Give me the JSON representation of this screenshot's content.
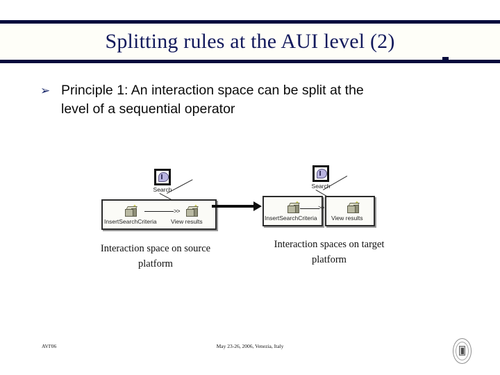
{
  "slide": {
    "title": "Splitting rules at the AUI level (2)",
    "accent_color": "#050a3c",
    "title_color": "#131a5c",
    "background_color": "#ffffff"
  },
  "bullet": {
    "marker": "➢",
    "line1": "Principle 1: An interaction space can be split at the",
    "line2": "level of a sequential operator"
  },
  "diagram": {
    "source": {
      "root_label": "Search",
      "root_icon": "search-bubble-icon",
      "tasks": [
        {
          "label": "InsertSearchCriteria",
          "icon": "task-cube-icon"
        },
        {
          "label": "View results",
          "icon": "task-cube-icon"
        }
      ],
      "operator": ">>",
      "space_count": 1
    },
    "target": {
      "root_label": "Search",
      "root_icon": "search-bubble-icon",
      "tasks": [
        {
          "label": "InsertSearchCriteria",
          "icon": "task-cube-icon"
        },
        {
          "label": "View results",
          "icon": "task-cube-icon"
        }
      ],
      "operator": ">>",
      "space_count": 2
    },
    "transform_arrow": "right-arrow-icon"
  },
  "captions": {
    "source": "Interaction space on source platform",
    "target": "Interaction spaces on target platform"
  },
  "footer": {
    "left": "AVI'06",
    "center": "May 23-26, 2006, Venezia, Italy",
    "logo": "university-seal-logo"
  }
}
